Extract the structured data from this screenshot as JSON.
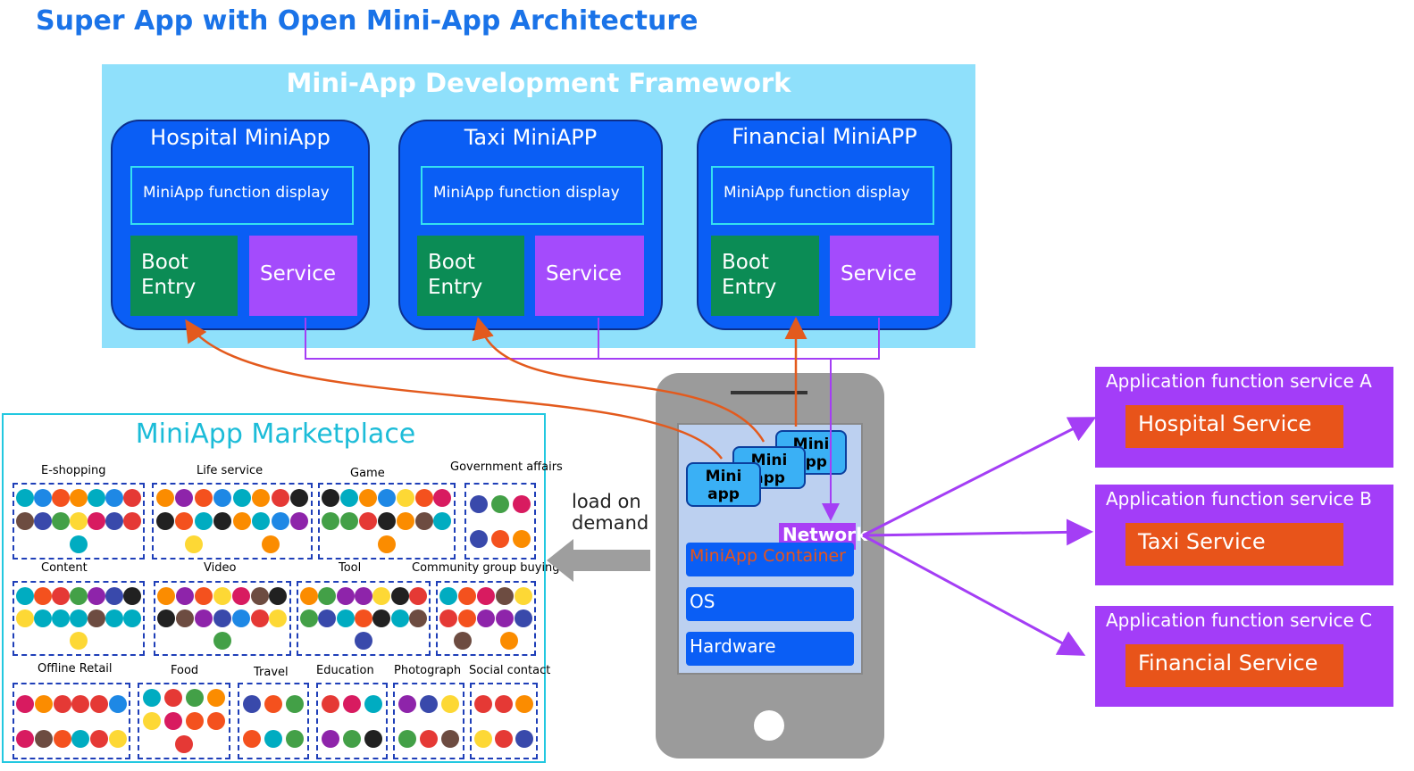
{
  "title": "Super App with Open Mini-App Architecture",
  "framework": {
    "title": "Mini-App Development Framework",
    "cards": [
      {
        "title": "Hospital MiniApp",
        "display": "MiniApp function display",
        "boot": "Boot Entry",
        "service": "Service"
      },
      {
        "title": "Taxi MiniAPP",
        "display": "MiniApp function display",
        "boot": "Boot Entry",
        "service": "Service"
      },
      {
        "title": "Financial MiniAPP",
        "display": "MiniApp function display",
        "boot": "Boot Entry",
        "service": "Service"
      }
    ]
  },
  "marketplace": {
    "title": "MiniApp Marketplace",
    "categories": [
      "E-shopping",
      "Life service",
      "Game",
      "Government affairs",
      "Content",
      "Video",
      "Tool",
      "Community group buying",
      "Offline Retail",
      "Food",
      "Travel",
      "Education",
      "Photograph",
      "Social contact"
    ]
  },
  "load_on_demand": "load on demand",
  "phone": {
    "miniapp_label": "Mini app",
    "network": "Network",
    "container": "MiniApp Container",
    "os": "OS",
    "hardware": "Hardware"
  },
  "services": [
    {
      "label": "Application function service A",
      "name": "Hospital Service"
    },
    {
      "label": "Application function service B",
      "name": "Taxi Service"
    },
    {
      "label": "Application function service C",
      "name": "Financial Service"
    }
  ],
  "colors": {
    "orange_arrow": "#e35a1d",
    "purple_line": "#a43ef5",
    "blue": "#0a5ef5"
  }
}
